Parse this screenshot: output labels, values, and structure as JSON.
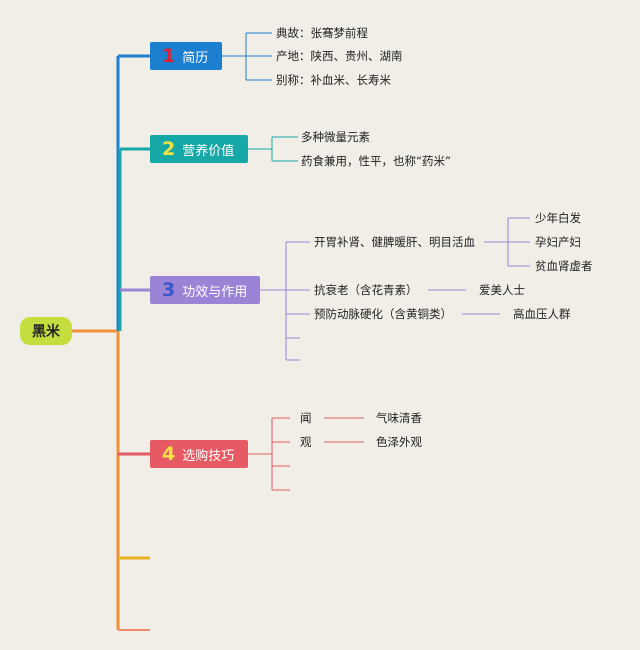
{
  "root": "黑米",
  "branches": [
    {
      "num": "1",
      "label": "简历",
      "items": [
        "典故：张骞梦前程",
        "产地：陕西、贵州、湖南",
        "别称：补血米、长寿米"
      ]
    },
    {
      "num": "2",
      "label": "营养价值",
      "items": [
        "多种微量元素",
        "药食兼用，性平，也称“药米”"
      ]
    },
    {
      "num": "3",
      "label": "功效与作用",
      "items": [
        {
          "text": "开胃补肾、健脾暖肝、明目活血",
          "children": [
            "少年白发",
            "孕妇产妇",
            "贫血肾虚者"
          ]
        },
        {
          "text": "抗衰老（含花青素）",
          "children": [
            "爱美人士"
          ]
        },
        {
          "text": "预防动脉硬化（含黄铜类）",
          "children": [
            "高血压人群"
          ]
        }
      ]
    },
    {
      "num": "4",
      "label": "选购技巧",
      "items": [
        {
          "text": "闻",
          "children": [
            "气味清香"
          ]
        },
        {
          "text": "观",
          "children": [
            "色泽外观"
          ]
        }
      ]
    }
  ],
  "colors": {
    "background": "#f0eee6",
    "root": "#c5dd3f",
    "branch1": "#1d7fcf",
    "branch2": "#16a8a6",
    "branch3": "#9b83d6",
    "branch4": "#e55a63",
    "trunk_orange": "#f0913a",
    "trunk_yellow": "#e8b320",
    "trunk_salmon": "#f28b6e"
  }
}
